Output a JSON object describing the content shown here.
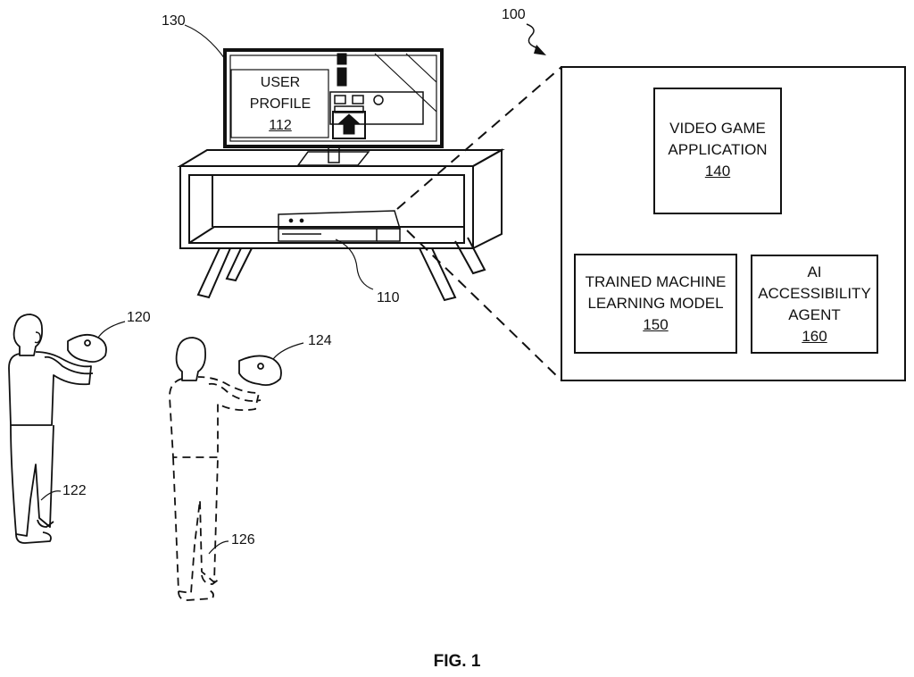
{
  "figure": {
    "caption": "FIG. 1"
  },
  "reference_labels": {
    "system": "100",
    "console": "110",
    "user_profile_num": "112",
    "controller_1": "120",
    "user_1": "122",
    "controller_2": "124",
    "user_2": "126",
    "display": "130"
  },
  "screen": {
    "user_profile": {
      "line1": "USER",
      "line2": "PROFILE",
      "number": "112"
    }
  },
  "blocks": {
    "video_game": {
      "line1": "VIDEO GAME",
      "line2": "APPLICATION",
      "number": "140"
    },
    "ml_model": {
      "line1": "TRAINED MACHINE",
      "line2": "LEARNING MODEL",
      "number": "150"
    },
    "ai_agent": {
      "line1": "AI",
      "line2": "ACCESSIBILITY",
      "line3": "AGENT",
      "number": "160"
    }
  }
}
